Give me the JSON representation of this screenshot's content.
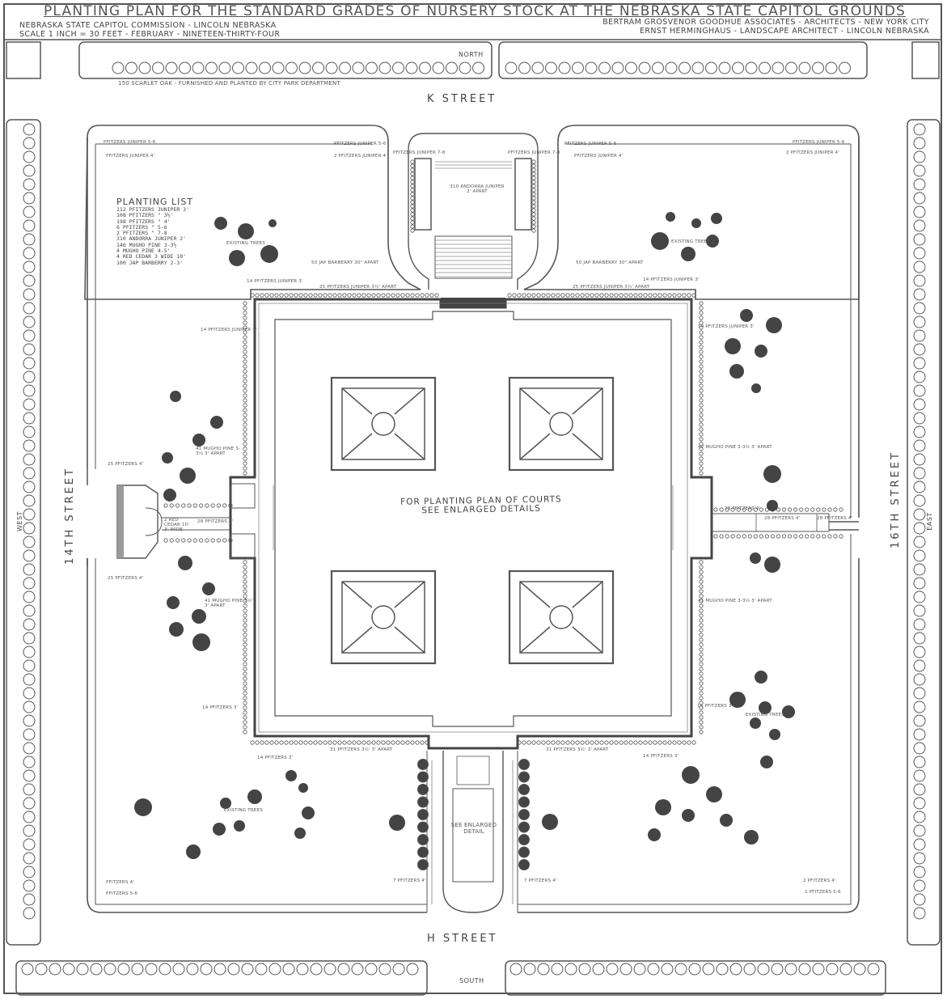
{
  "title": "PLANTING PLAN FOR THE STANDARD GRADES OF NURSERY STOCK AT THE NEBRASKA STATE CAPITOL GROUNDS",
  "header_left": {
    "line1": "NEBRASKA STATE CAPITOL COMMISSION - LINCOLN NEBRASKA",
    "line2": "SCALE 1 INCH = 30 FEET - FEBRUARY - NINETEEN-THIRTY-FOUR"
  },
  "header_right": {
    "line1": "BERTRAM GROSVENOR GOODHUE ASSOCIATES - ARCHITECTS - NEW YORK CITY",
    "line2": "ERNST HERMINGHAUS - LANDSCAPE ARCHITECT - LINCOLN NEBRASKA"
  },
  "compass": {
    "north": "NORTH",
    "south": "SOUTH",
    "east": "EAST",
    "west": "WEST"
  },
  "streets": {
    "k": "K STREET",
    "h": "H STREET",
    "s14": "14TH STREET",
    "s16": "16TH STREET"
  },
  "scarlet_oak_note": "150 SCARLET OAK - FURNISHED AND PLANTED BY CITY PARK DEPARTMENT",
  "planting_list": {
    "title": "PLANTING LIST",
    "items": [
      "112 PFITZERS JUNIPER 3'",
      "108 PFITZERS \" 3½'",
      "198 PFITZERS \" 4'",
      "6 PFITZERS \" 5-6",
      "2 PFITZERS \" 7-8",
      "310 ANDORRA JUNIPER 2'",
      "146 MUGHO PINE 3-3½",
      "4 MUGHO PINE 4-5'",
      "4 RED CEDAR 3 WIDE 10'",
      "100 JAP BARBERRY 2-3'"
    ]
  },
  "center_note": {
    "line1": "FOR PLANTING PLAN OF COURTS",
    "line2": "SEE ENLARGED DETAILS"
  },
  "south_note": {
    "line1": "SEE ENLARGED",
    "line2": "DETAIL"
  },
  "existing_trees": "EXISTING TREES",
  "annotations": {
    "pf_jun_56": "PFITZERS JUNIPER 5-6",
    "pf_jun_4": "PFITZERS JUNIPER 4'",
    "pf_jun_78": "PFITZERS JUNIPER 7-8",
    "two_pf_jun_4": "2 PFITZERS JUNIPER 4'",
    "andorra": "310 ANDORRA JUNIPER 2' APART",
    "barberry_l": "50 JAP BARBERRY 30\" APART",
    "barberry_r": "50 JAP BARBERRY 30\" APART",
    "pf14_3": "14 PFITZERS JUNIPER 3'",
    "pf25": "25 PFITZERS JUNIPER 3½' APART",
    "mugho_w1": "41 MUGHO PINE 3-3½ 3' APART",
    "mugho_w2": "41 MUGHO PINE 3½' 3' APART",
    "mugho_e1": "42 MUGHO PINE 3-3½ 3' APART",
    "mugho_e2": "41 MUGHO PINE 3-3½ 3' APART",
    "pf25_4": "25 PFITZERS 4'",
    "pf28_4": "28 PFITZERS 4'",
    "red_cedar": "2 RED CEDAR 10' 3' WIDE",
    "pf14_3s": "14 PFITZERS 3'",
    "pf31": "31 PFITZERS 3½' 3' APART",
    "pf7_4": "7 PFITZERS 4'",
    "pf_4": "PFITZERS 4'",
    "pf_56": "PFITZERS 5-6",
    "two_pf": "2 PFITZERS 4'",
    "one_pf": "1 PFITZERS 5-6"
  }
}
